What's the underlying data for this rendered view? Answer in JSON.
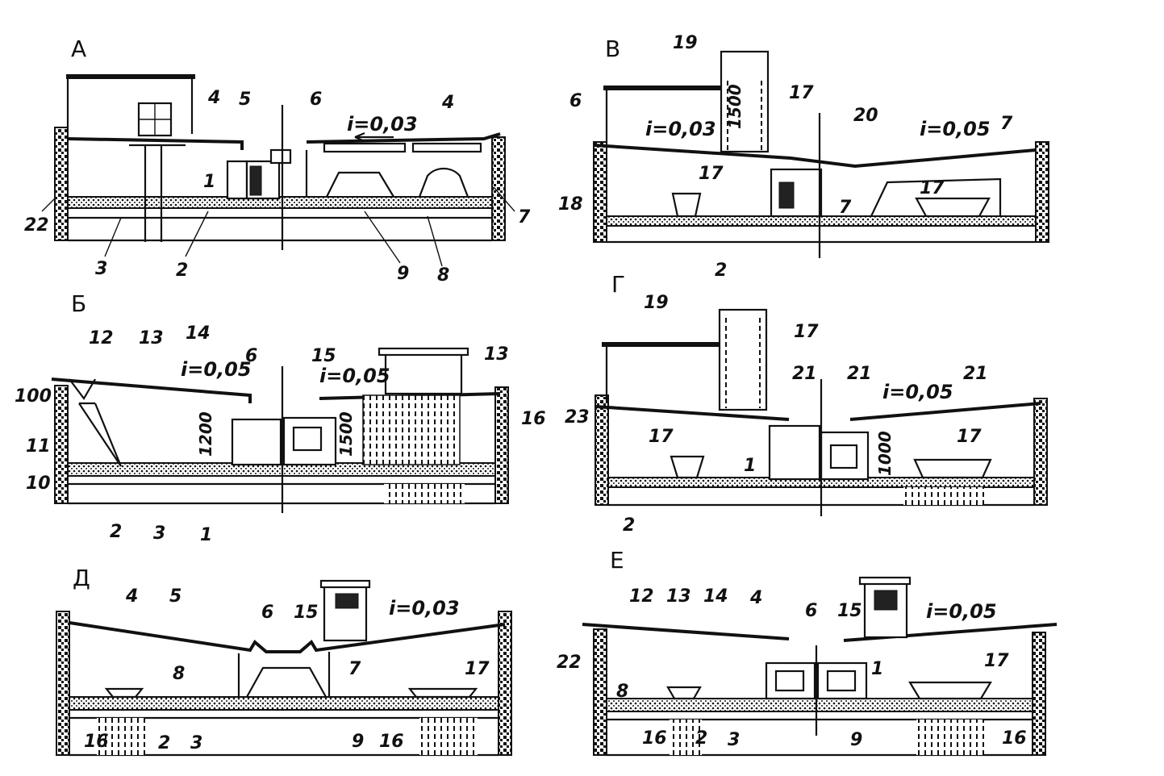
{
  "panels": {
    "A": {
      "title": "А",
      "slope": "i=0,03",
      "labels": [
        "22",
        "3",
        "2",
        "1",
        "4",
        "5",
        "6",
        "4",
        "7",
        "8",
        "9"
      ]
    },
    "B": {
      "title": "Б",
      "slope1": "i=0,05",
      "slope2": "i=0,05",
      "dim1": "100",
      "dim2": "1200",
      "dim3": "1500",
      "labels": [
        "12",
        "13",
        "14",
        "6",
        "15",
        "13",
        "11",
        "10",
        "2",
        "3",
        "1",
        "16"
      ]
    },
    "V": {
      "title": "В",
      "slope1": "i=0,03",
      "slope2": "i=0,05",
      "dim": "1500",
      "labels": [
        "19",
        "17",
        "6",
        "18",
        "17",
        "20",
        "7",
        "7",
        "17",
        "2"
      ]
    },
    "G": {
      "title": "Г",
      "slope": "i=0,05",
      "dim": "1000",
      "labels": [
        "19",
        "17",
        "21",
        "21",
        "21",
        "23",
        "17",
        "1",
        "17",
        "2"
      ]
    },
    "D": {
      "title": "Д",
      "slope": "i=0,03",
      "labels": [
        "4",
        "5",
        "6",
        "15",
        "7",
        "17",
        "8",
        "2",
        "3",
        "9",
        "16",
        "16"
      ]
    },
    "E": {
      "title": "Е",
      "slope": "i=0,05",
      "labels": [
        "12",
        "13",
        "14",
        "4",
        "6",
        "15",
        "1",
        "17",
        "22",
        "8",
        "2",
        "3",
        "9",
        "16",
        "16"
      ]
    }
  }
}
